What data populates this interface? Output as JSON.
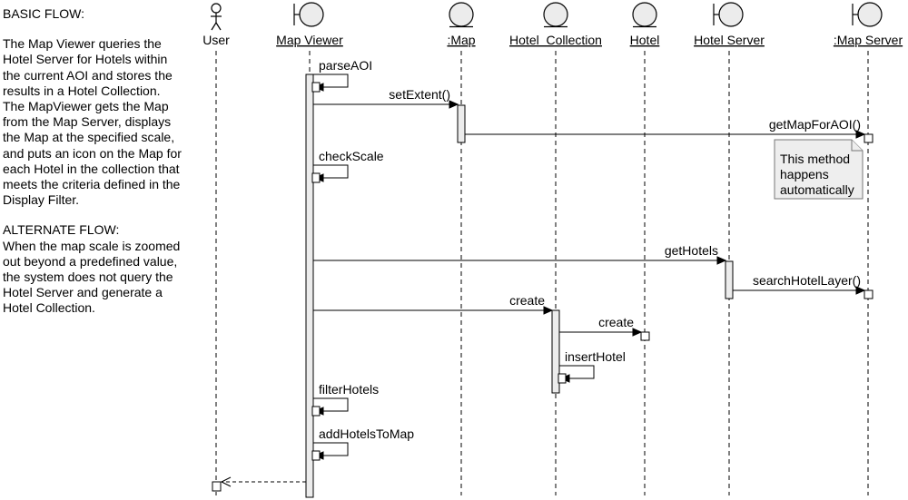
{
  "notes": {
    "basic_heading": "BASIC FLOW:",
    "basic_text": "The Map Viewer queries the Hotel Server for Hotels within the current AOI and stores the results in a Hotel Collection.  The MapViewer gets the Map from the Map Server, displays the Map at the specified scale, and puts an icon on the Map for each Hotel in the collection that meets the criteria defined in the Display Filter.",
    "alternate_heading": "ALTERNATE FLOW:",
    "alternate_text": "When the map scale is zoomed out beyond a predefined value, the system does not query the Hotel Server and generate a Hotel Collection."
  },
  "actors": [
    {
      "id": "user",
      "label": "User",
      "kind": "actor",
      "underline": false
    },
    {
      "id": "map_viewer",
      "label": "Map Viewer",
      "kind": "boundary",
      "underline": true
    },
    {
      "id": "map",
      "label": ":Map",
      "kind": "entity",
      "underline": true
    },
    {
      "id": "hotel_collection",
      "label": "Hotel  Collection",
      "kind": "entity",
      "underline": true
    },
    {
      "id": "hotel",
      "label": "Hotel",
      "kind": "entity",
      "underline": true
    },
    {
      "id": "hotel_server",
      "label": "Hotel Server",
      "kind": "boundary",
      "underline": true
    },
    {
      "id": "map_server",
      "label": ":Map Server",
      "kind": "boundary",
      "underline": true
    }
  ],
  "messages": [
    {
      "from": "map_viewer",
      "to": "map_viewer",
      "label": "parseAOI",
      "type": "self"
    },
    {
      "from": "map_viewer",
      "to": "map",
      "label": "setExtent()",
      "type": "call"
    },
    {
      "from": "map",
      "to": "map_server",
      "label": "getMapForAOI()",
      "type": "call"
    },
    {
      "from": "map_viewer",
      "to": "map_viewer",
      "label": "checkScale",
      "type": "self"
    },
    {
      "from": "map_viewer",
      "to": "hotel_server",
      "label": "getHotels",
      "type": "call"
    },
    {
      "from": "hotel_server",
      "to": "map_server",
      "label": "searchHotelLayer()",
      "type": "call"
    },
    {
      "from": "map_viewer",
      "to": "hotel_collection",
      "label": "create",
      "type": "call"
    },
    {
      "from": "hotel_collection",
      "to": "hotel",
      "label": "create",
      "type": "call"
    },
    {
      "from": "hotel_collection",
      "to": "hotel_collection",
      "label": "insertHotel",
      "type": "self"
    },
    {
      "from": "map_viewer",
      "to": "map_viewer",
      "label": "filterHotels",
      "type": "self"
    },
    {
      "from": "map_viewer",
      "to": "map_viewer",
      "label": "addHotelsToMap",
      "type": "self"
    },
    {
      "from": "map_viewer",
      "to": "user",
      "label": "",
      "type": "return"
    }
  ],
  "note": {
    "attached_to": "map_server",
    "lines": [
      "This method",
      "happens",
      "automatically"
    ]
  }
}
